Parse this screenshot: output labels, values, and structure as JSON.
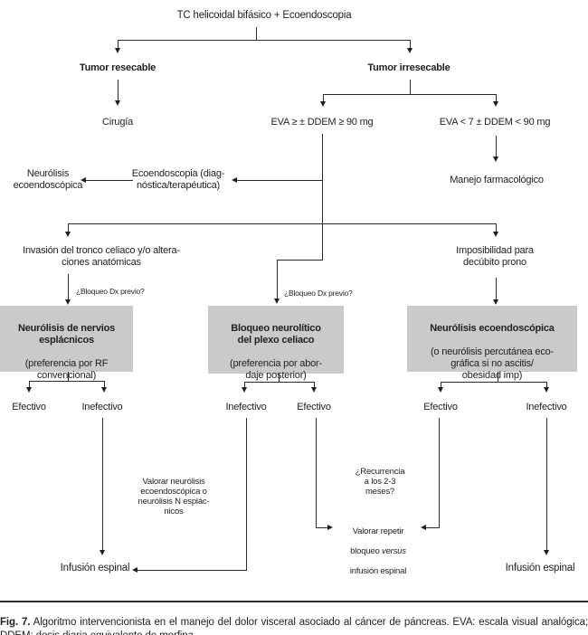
{
  "nodes": {
    "root": "TC helicoidal bifásico + Ecoendoscopia",
    "resecable": "Tumor resecable",
    "irresecable": "Tumor irresecable",
    "cirugia": "Cirugía",
    "eva_alta": "EVA ≥ ± DDEM ≥ 90 mg",
    "eva_baja": "EVA < 7 ± DDEM < 90 mg",
    "manejo": "Manejo farmacológico",
    "ecoendoscopia": [
      "Ecoendoscopia (diag-",
      "nóstica/terapéutica)"
    ],
    "neurolisis_eco": [
      "Neurólisis",
      "ecoendoscópica"
    ],
    "invasion": [
      "Invasión del tronco celiaco y/o altera-",
      "ciones anatómicas"
    ],
    "imposibilidad": [
      "Imposibilidad para",
      "decúbito prono"
    ],
    "bloqueo_dx_izq": "¿Bloqueo Dx previo?",
    "bloqueo_dx_centro": "¿Bloqueo Dx previo?",
    "box_esplacnicos": {
      "title": [
        "Neurólisis de nervios",
        "esplácnicos"
      ],
      "subtitle": [
        "(preferencia por RF",
        "convencional)"
      ]
    },
    "box_plexo": {
      "title": [
        "Bloqueo neurolítico",
        "del plexo celiaco"
      ],
      "subtitle": [
        "(preferencia por abor-",
        "daje posterior)"
      ]
    },
    "box_ecoendoscopica": {
      "title": [
        "Neurólisis ecoendoscópica"
      ],
      "subtitle": [
        "(o neurólisis percutánea eco-",
        "gráfica si no ascitis/",
        "obesidad imp)"
      ]
    },
    "valorar_neurolisis": [
      "Valorar neurólisis",
      "ecoendoscópica o",
      "neurólisis N esplác-",
      "nicos"
    ],
    "recurrencia": [
      "¿Recurrencia",
      "a los 2-3",
      "meses?"
    ],
    "valorar_repetir": {
      "line1": "Valorar repetir",
      "line2_pre": "bloqueo ",
      "line2_italic": "versus",
      "line3": "infusión espinal"
    },
    "infusion_izq": "Infusión espinal",
    "infusion_der": "Infusión espinal"
  },
  "outcomes": {
    "left": [
      "Efectivo",
      "Inefectivo"
    ],
    "center": [
      "Inefectivo",
      "Efectivo"
    ],
    "right": [
      "Efectivo",
      "Inefectivo"
    ]
  },
  "caption": {
    "label": "Fig. 7.",
    "text": " Algoritmo intervencionista en el manejo del dolor visceral asociado al cáncer de páncreas. EVA: escala visual analógica; DDEM: dosis diaria equivalente de morfina."
  },
  "colors": {
    "box_fill": "#cacaca",
    "line": "#2b2b2b",
    "text": "#1f1f1f",
    "background": "#ffffff"
  }
}
